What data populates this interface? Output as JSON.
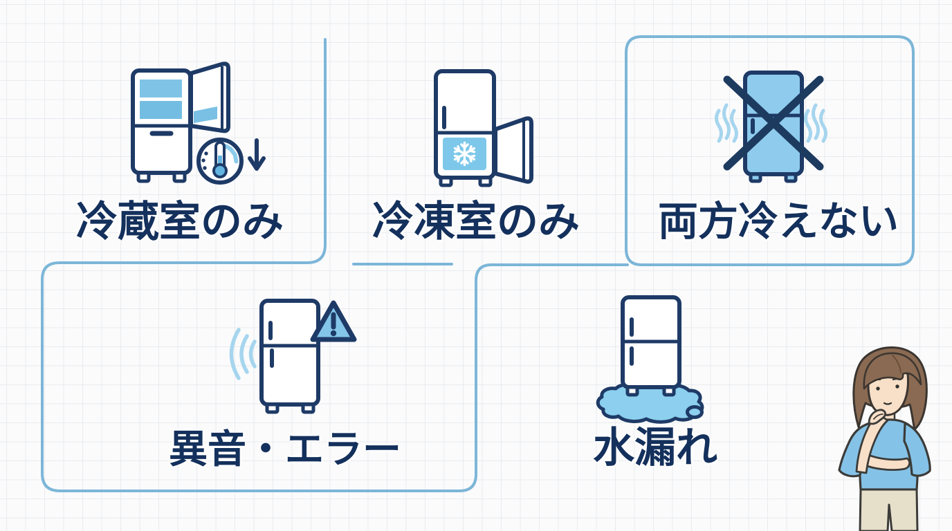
{
  "canvas": {
    "background": "#fbfbfc",
    "grid_color": "#e9ebee"
  },
  "palette": {
    "line_navy": "#1e3a66",
    "text_navy": "#14305c",
    "panel_border_blue": "#7cb6d8",
    "icon_fill_blue": "#8ecbed",
    "icon_pale_blue": "#a6d5ee",
    "shelf_blue": "#79c0e4",
    "freezer_panel_blue": "#7dc8ea",
    "puddle_blue": "#8ccfee",
    "triangle_blue": "#84c5ea",
    "thermometer_blue": "#64b4e0",
    "person_shirt": "#85c2e7",
    "person_hair": "#8a6a52",
    "person_skin": "#f8dfc8",
    "person_pants": "#e6dfca"
  },
  "sections": [
    {
      "id": "fridge-room-only",
      "label": "冷蔵室のみ",
      "icon": "fridge-open-top-door-thermometer-down-arrow"
    },
    {
      "id": "freezer-room-only",
      "label": "冷凍室のみ",
      "icon": "fridge-open-bottom-door-snowflake"
    },
    {
      "id": "both-not-cooling",
      "label": "両方冷えない",
      "icon": "fridge-crossed-out-heat-waves"
    },
    {
      "id": "noise-error",
      "label": "異音・エラー",
      "icon": "fridge-sound-waves-warning-triangle"
    },
    {
      "id": "water-leak",
      "label": "水漏れ",
      "icon": "fridge-water-puddle"
    }
  ],
  "person": {
    "id": "thinking-woman",
    "description": "woman with bob hair, hand on chin, thinking"
  }
}
